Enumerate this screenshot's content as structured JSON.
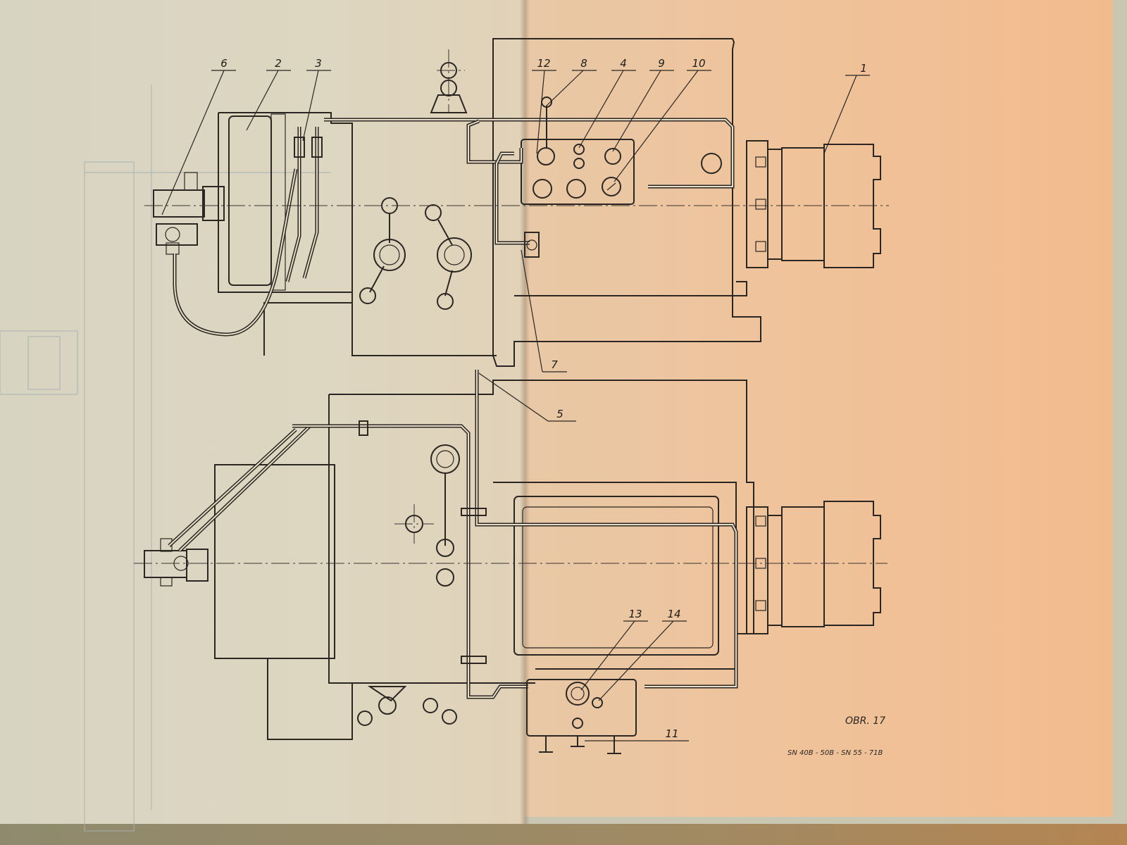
{
  "drawing": {
    "callouts": [
      "1",
      "2",
      "3",
      "4",
      "5",
      "6",
      "7",
      "8",
      "9",
      "10",
      "11",
      "12",
      "13",
      "14"
    ],
    "figure_caption": "OBR. 17",
    "model_code": "SN 40B - 50B - SN 55 - 71B"
  },
  "colors": {
    "paper_left": "#ddd6c1",
    "paper_right": "#f0c39b",
    "ink": "#2b2622"
  }
}
